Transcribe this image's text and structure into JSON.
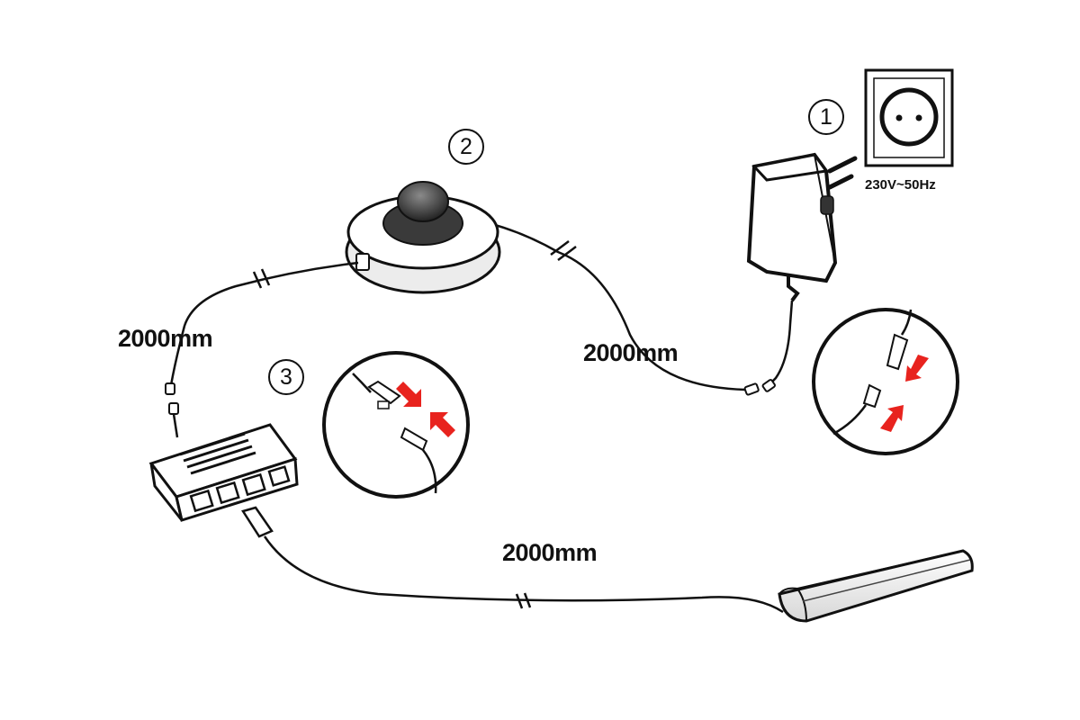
{
  "steps": [
    "1",
    "2",
    "3"
  ],
  "socket": {
    "voltage_label": "230V~50Hz"
  },
  "cables": {
    "switch_to_distributor_length": "2000mm",
    "adapter_to_switch_length": "2000mm",
    "distributor_to_lamp_length": "2000mm"
  },
  "colors": {
    "line": "#111111",
    "arrow": "#e8231e"
  }
}
